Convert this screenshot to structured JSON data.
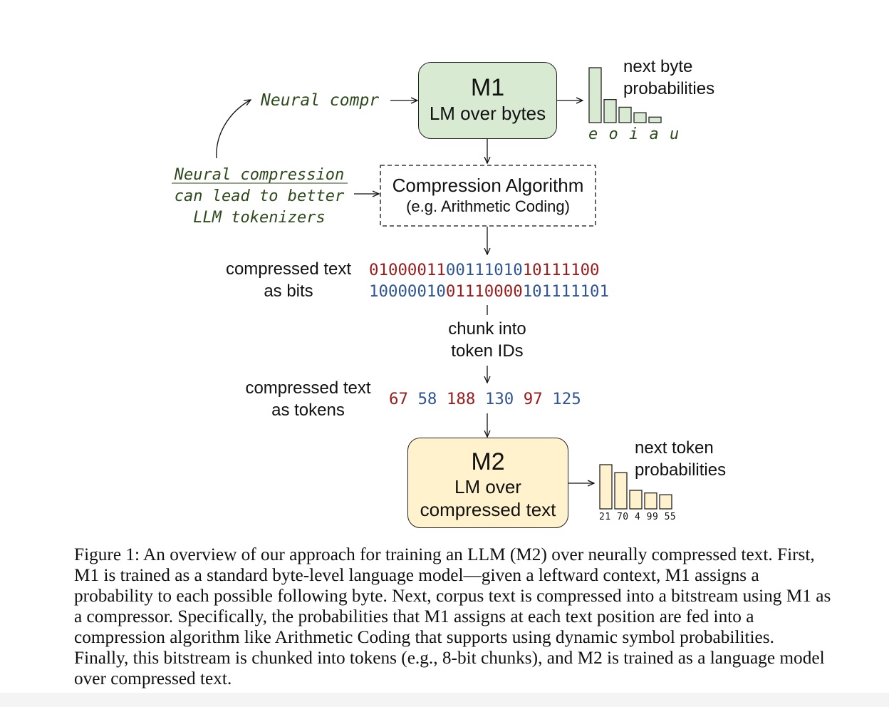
{
  "m1": {
    "title": "M1",
    "subtitle": "LM over bytes"
  },
  "m2": {
    "title": "M2",
    "line1": "LM over",
    "line2": "compressed text"
  },
  "compression": {
    "line1": "Compression Algorithm",
    "line2": "(e.g. Arithmetic Coding)"
  },
  "neural_compr_label": "Neural compr",
  "note": {
    "line1": "Neural compression",
    "line2": "can lead to better",
    "line3": "LLM tokenizers"
  },
  "next_byte": {
    "line1": "next byte",
    "line2": "probabilities",
    "letters": "e o i a u",
    "heights": [
      1.0,
      0.42,
      0.28,
      0.18,
      0.1
    ]
  },
  "next_token": {
    "line1": "next token",
    "line2": "probabilities",
    "ids": "21 70 4 99 55",
    "heights": [
      1.0,
      0.82,
      0.42,
      0.36,
      0.32
    ]
  },
  "bits_label": {
    "line1": "compressed text",
    "line2": "as bits"
  },
  "bits": {
    "row1": [
      {
        "text": "01000011",
        "color": "#9b1b1b"
      },
      {
        "text": "00111010",
        "color": "#2f5496"
      },
      {
        "text": "10111100",
        "color": "#9b1b1b"
      }
    ],
    "row2": [
      {
        "text": "10000010",
        "color": "#2f5496"
      },
      {
        "text": "01110000",
        "color": "#9b1b1b"
      },
      {
        "text": "101111101",
        "color": "#2f5496"
      }
    ]
  },
  "chunk": {
    "line1": "chunk into",
    "line2": "token IDs"
  },
  "tokens_label": {
    "line1": "compressed text",
    "line2": "as tokens"
  },
  "tokens": [
    {
      "text": "67",
      "color": "#9b1b1b"
    },
    {
      "text": "58",
      "color": "#2f5496"
    },
    {
      "text": "188",
      "color": "#9b1b1b"
    },
    {
      "text": "130",
      "color": "#2f5496"
    },
    {
      "text": "97",
      "color": "#9b1b1b"
    },
    {
      "text": "125",
      "color": "#2f5496"
    }
  ],
  "caption": "Figure 1: An overview of our approach for training an LLM (M2) over neurally compressed text. First, M1 is trained as a standard byte-level language model—given a leftward context, M1 assigns a probability to each possible following byte. Next, corpus text is compressed into a bitstream using M1 as a compressor. Specifically, the probabilities that M1 assigns at each text position are fed into a compression algorithm like Arithmetic Coding that supports using dynamic symbol probabilities. Finally, this bitstream is chunked into tokens (e.g., 8-bit chunks), and M2 is trained as a language model over compressed text.",
  "colors": {
    "m1_fill": "#d9ead3",
    "m2_fill": "#fff2cc",
    "red": "#9b1b1b",
    "blue": "#2f5496",
    "green_text": "#2e4a1c"
  }
}
